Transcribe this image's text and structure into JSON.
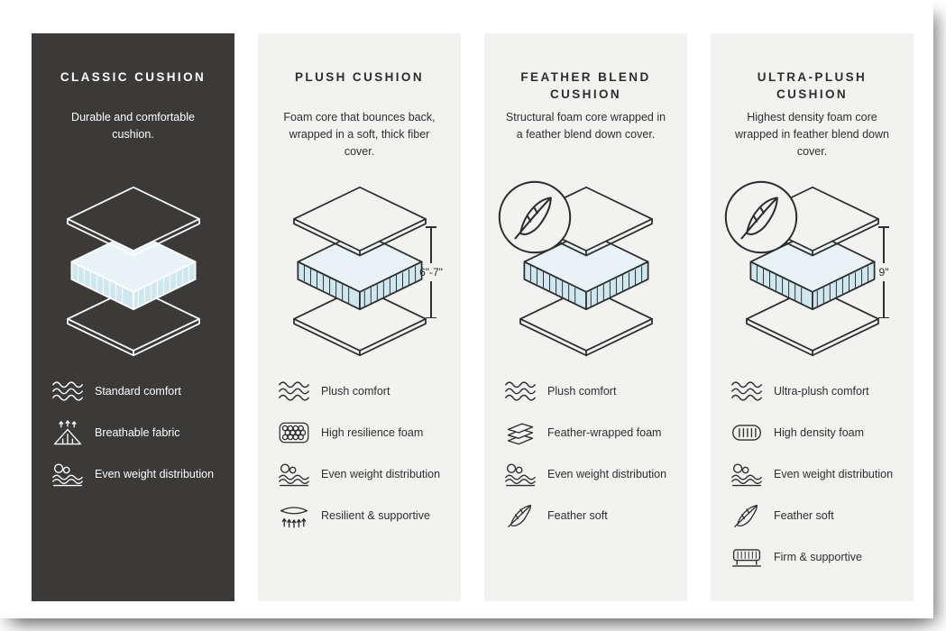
{
  "colors": {
    "dark_card_bg": "#3b3a39",
    "light_card_bg": "#f2f2f0",
    "foam_blue": "#cfe7ee"
  },
  "cards": [
    {
      "title": "CLASSIC CUSHION",
      "description": "Durable and comfortable cushion.",
      "features": [
        {
          "icon": "comfort-waves-icon",
          "label": "Standard comfort"
        },
        {
          "icon": "breathable-fabric-icon",
          "label": "Breathable fabric"
        },
        {
          "icon": "weight-distribution-icon",
          "label": "Even weight distribution"
        }
      ]
    },
    {
      "title": "PLUSH CUSHION",
      "description": "Foam core that bounces back, wrapped in a soft, thick fiber cover.",
      "height_label": "6\"-7\"",
      "features": [
        {
          "icon": "comfort-waves-icon",
          "label": "Plush comfort"
        },
        {
          "icon": "foam-cells-icon",
          "label": "High resilience foam"
        },
        {
          "icon": "weight-distribution-icon",
          "label": "Even weight distribution"
        },
        {
          "icon": "springs-icon",
          "label": "Resilient & supportive"
        }
      ]
    },
    {
      "title": "FEATHER BLEND CUSHION",
      "description": "Structural foam core wrapped in a feather blend down cover.",
      "features": [
        {
          "icon": "comfort-waves-icon",
          "label": "Plush comfort"
        },
        {
          "icon": "feather-wrapped-foam-icon",
          "label": "Feather-wrapped foam"
        },
        {
          "icon": "weight-distribution-icon",
          "label": "Even weight distribution"
        },
        {
          "icon": "feather-icon",
          "label": "Feather soft"
        }
      ]
    },
    {
      "title": "ULTRA-PLUSH CUSHION",
      "description": "Highest density foam core wrapped in feather blend down cover.",
      "height_label": "9\"",
      "features": [
        {
          "icon": "comfort-waves-icon",
          "label": "Ultra-plush comfort"
        },
        {
          "icon": "density-foam-icon",
          "label": "High density foam"
        },
        {
          "icon": "weight-distribution-icon",
          "label": "Even weight distribution"
        },
        {
          "icon": "feather-icon",
          "label": "Feather soft"
        },
        {
          "icon": "firm-supportive-icon",
          "label": "Firm & supportive"
        }
      ]
    }
  ]
}
